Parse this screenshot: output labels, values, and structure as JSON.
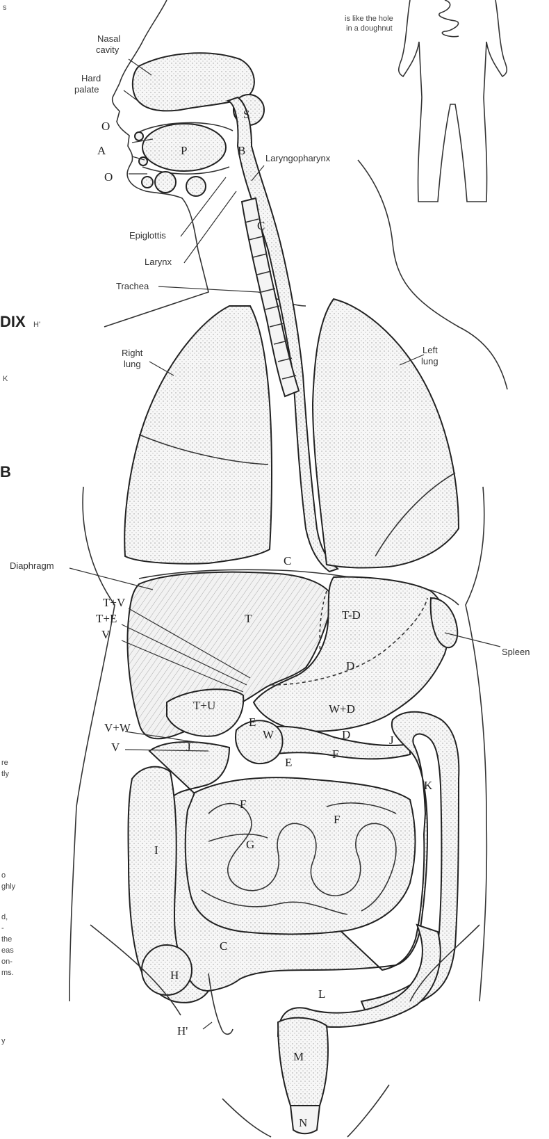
{
  "caption": {
    "line1": "is like the hole",
    "line2": "in a doughnut"
  },
  "labels": {
    "nasal_cavity_1": "Nasal",
    "nasal_cavity_2": "cavity",
    "hard_palate_1": "Hard",
    "hard_palate_2": "palate",
    "laryngopharynx": "Laryngopharynx",
    "epiglottis": "Epiglottis",
    "larynx": "Larynx",
    "trachea": "Trachea",
    "right_lung_1": "Right",
    "right_lung_2": "lung",
    "left_lung_1": "Left",
    "left_lung_2": "lung",
    "diaphragm": "Diaphragm",
    "spleen": "Spleen"
  },
  "letters": {
    "O_top": "O",
    "A": "A",
    "O_bottom": "O",
    "P": "P",
    "S": "S",
    "B": "B",
    "C_esoph": "C",
    "C_diaphragm": "C",
    "T": "T",
    "T_D": "T-D",
    "T_V": "T+V",
    "T_E": "T+E",
    "V_liver": "V",
    "D_stomach": "D",
    "T_U": "T+U",
    "E_center": "E",
    "W": "W",
    "W_D": "W+D",
    "D_lower": "D",
    "V_W": "V+W",
    "J_left": "J",
    "V_left": "V",
    "E_lower": "E",
    "F_top": "F",
    "J_right": "J",
    "F_left": "F",
    "F_right": "F",
    "G": "G",
    "K": "K",
    "I": "I",
    "H": "H",
    "C_colon": "C",
    "H_prime": "H'",
    "L": "L",
    "M": "M",
    "N": "N"
  },
  "margin_fragments": {
    "s_top": "s",
    "dix": "DIX",
    "h_prime": "H'",
    "k": "K",
    "b_star": "B",
    "re": "re",
    "tly": "tly",
    "o": "o",
    "ghly": "ghly",
    "d": "d,",
    "dash": "-",
    "the": "the",
    "eas": "eas",
    "on": "on-",
    "ms": "ms.",
    "y": "y"
  }
}
